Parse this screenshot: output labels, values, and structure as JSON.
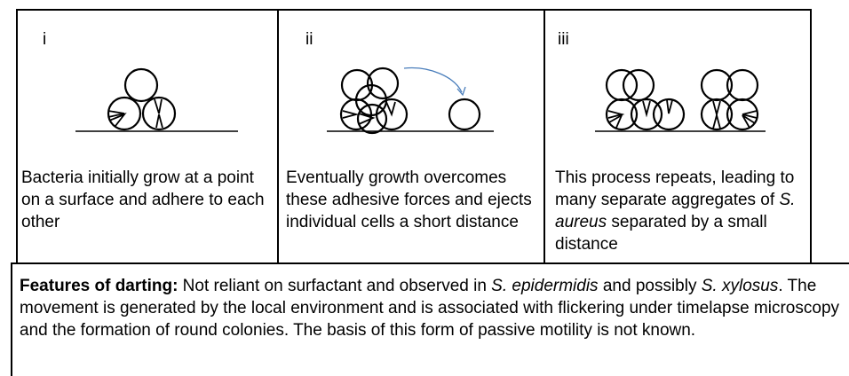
{
  "panels": [
    {
      "numeral": "i",
      "caption": "Bacteria initially grow at a point on a surface and adhere to each other"
    },
    {
      "numeral": "ii",
      "caption": "Eventually growth overcomes these adhesive forces and ejects individual cells a short distance"
    },
    {
      "numeral": "iii",
      "caption_before": "This process repeats, leading to many separate aggregates of ",
      "caption_italic": "S. aureus",
      "caption_after": " separated by a small distance"
    }
  ],
  "features": {
    "heading": "Features of darting:",
    "t1": " Not reliant on surfactant and observed in ",
    "i1": "S. epidermidis",
    "t2": " and possibly ",
    "i2": "S. xylosus",
    "t3": ". The movement is generated by the local environment and is associated with flickering under timelapse microscopy and the formation of round colonies.  The basis of this form of passive motility is not known."
  },
  "colors": {
    "arrow": "#4a7ebb",
    "line": "#000000"
  }
}
